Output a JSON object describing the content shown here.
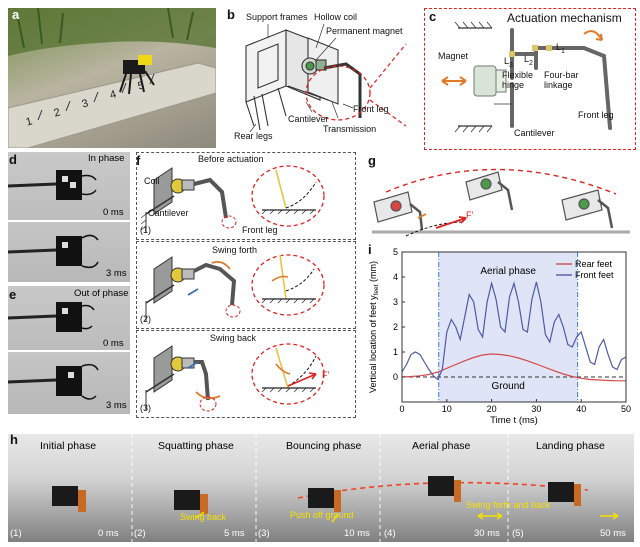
{
  "panels": {
    "a": {
      "letter": "a"
    },
    "b": {
      "letter": "b",
      "labels": {
        "support_frames": "Support frames",
        "hollow_coil": "Hollow coil",
        "permanent_magnet": "Permanent magnet",
        "front_leg": "Front leg",
        "rear_legs": "Rear legs",
        "cantilever": "Cantilever",
        "transmission": "Transmission"
      }
    },
    "c": {
      "letter": "c",
      "title": "Actuation mechanism",
      "labels": {
        "magnet": "Magnet",
        "flexible_hinge": "Flexible hinge",
        "four_bar": "Four-bar linkage",
        "front_leg": "Front leg",
        "cantilever": "Cantilever",
        "l1": "L",
        "l1_sub": "1",
        "l2": "L",
        "l2_sub": "2",
        "l3": "L",
        "l3_sub": "3"
      }
    },
    "d": {
      "letter": "d",
      "title": "In phase",
      "t1": "0 ms",
      "t2": "3 ms"
    },
    "e": {
      "letter": "e",
      "title": "Out of phase",
      "t1": "0 ms",
      "t2": "3 ms"
    },
    "f": {
      "letter": "f",
      "steps": [
        {
          "num": "(1)",
          "title": "Before actuation",
          "coil": "Coil",
          "cantilever": "Cantilever",
          "front_leg": "Front leg"
        },
        {
          "num": "(2)",
          "title": "Swing forth"
        },
        {
          "num": "(3)",
          "title": "Swing back",
          "force": "F'"
        }
      ]
    },
    "g": {
      "letter": "g",
      "force": "F'"
    },
    "h": {
      "letter": "h",
      "frames": [
        {
          "title": "Initial phase",
          "num": "(1)",
          "time": "0 ms",
          "note": ""
        },
        {
          "title": "Squatting phase",
          "num": "(2)",
          "time": "5 ms",
          "note": "Swing back"
        },
        {
          "title": "Bouncing phase",
          "num": "(3)",
          "time": "10 ms",
          "note": "Push off ground"
        },
        {
          "title": "Aerial phase",
          "num": "(4)",
          "time": "30 ms",
          "note": "Swing forth and back"
        },
        {
          "title": "Landing phase",
          "num": "(5)",
          "time": "50 ms",
          "note": ""
        }
      ]
    },
    "i": {
      "letter": "i"
    }
  },
  "ruler_digits": [
    "1",
    "2",
    "3",
    "4",
    "5"
  ],
  "chart_data": {
    "type": "line",
    "xlabel": "Time t (ms)",
    "ylabel": "Vertical location of feet y",
    "ylabel_sub": "feet",
    "ylabel_unit": " (mm)",
    "xlim": [
      0,
      50
    ],
    "ylim": [
      -1,
      5
    ],
    "xticks": [
      0,
      10,
      20,
      30,
      40,
      50
    ],
    "yticks": [
      0,
      1,
      2,
      3,
      4,
      5
    ],
    "annotations": {
      "aerial": "Aerial phase",
      "ground": "Ground"
    },
    "aerial_span": [
      8.2,
      39.2
    ],
    "ground_level": 0,
    "legend_position": "top-right",
    "colors": {
      "rear": "#d24b4b",
      "front": "#4e5aa8",
      "shade": "#dfe4f6",
      "boundary": "#3a7ccf"
    },
    "series": [
      {
        "name": "Rear feet",
        "color": "#d24b4b",
        "x": [
          0,
          2,
          4,
          6,
          8,
          10,
          12,
          14,
          16,
          18,
          20,
          22,
          24,
          26,
          28,
          30,
          32,
          34,
          36,
          38,
          40,
          42,
          44,
          46,
          48,
          50
        ],
        "y": [
          0,
          0.02,
          0.05,
          0.1,
          0.2,
          0.35,
          0.5,
          0.65,
          0.78,
          0.88,
          0.92,
          0.9,
          0.85,
          0.76,
          0.65,
          0.52,
          0.38,
          0.25,
          0.12,
          0.02,
          -0.05,
          -0.1,
          -0.12,
          -0.14,
          -0.15,
          -0.15
        ]
      },
      {
        "name": "Front feet",
        "color": "#4e5aa8",
        "x": [
          0,
          1,
          2,
          3,
          4,
          5,
          6,
          7,
          8,
          9,
          10,
          11,
          12,
          13,
          14,
          15,
          16,
          17,
          18,
          19,
          20,
          21,
          22,
          23,
          24,
          25,
          26,
          27,
          28,
          29,
          30,
          31,
          32,
          33,
          34,
          35,
          36,
          37,
          38,
          39,
          40,
          41,
          42,
          43,
          44,
          45,
          46,
          47,
          48,
          49,
          50
        ],
        "y": [
          0.2,
          0.5,
          0.9,
          1.0,
          0.9,
          0.6,
          0.3,
          0.05,
          -0.1,
          0.3,
          1.8,
          2.3,
          2.0,
          1.5,
          2.4,
          3.3,
          3.0,
          1.9,
          1.6,
          3.0,
          3.75,
          3.1,
          2.0,
          1.8,
          3.2,
          3.75,
          3.0,
          1.9,
          1.8,
          3.1,
          3.8,
          3.0,
          1.7,
          1.4,
          2.2,
          2.5,
          2.0,
          1.3,
          1.2,
          1.6,
          1.8,
          1.2,
          0.6,
          0.5,
          1.2,
          1.5,
          0.9,
          0.4,
          0.3,
          0.7,
          0.8
        ]
      }
    ]
  }
}
